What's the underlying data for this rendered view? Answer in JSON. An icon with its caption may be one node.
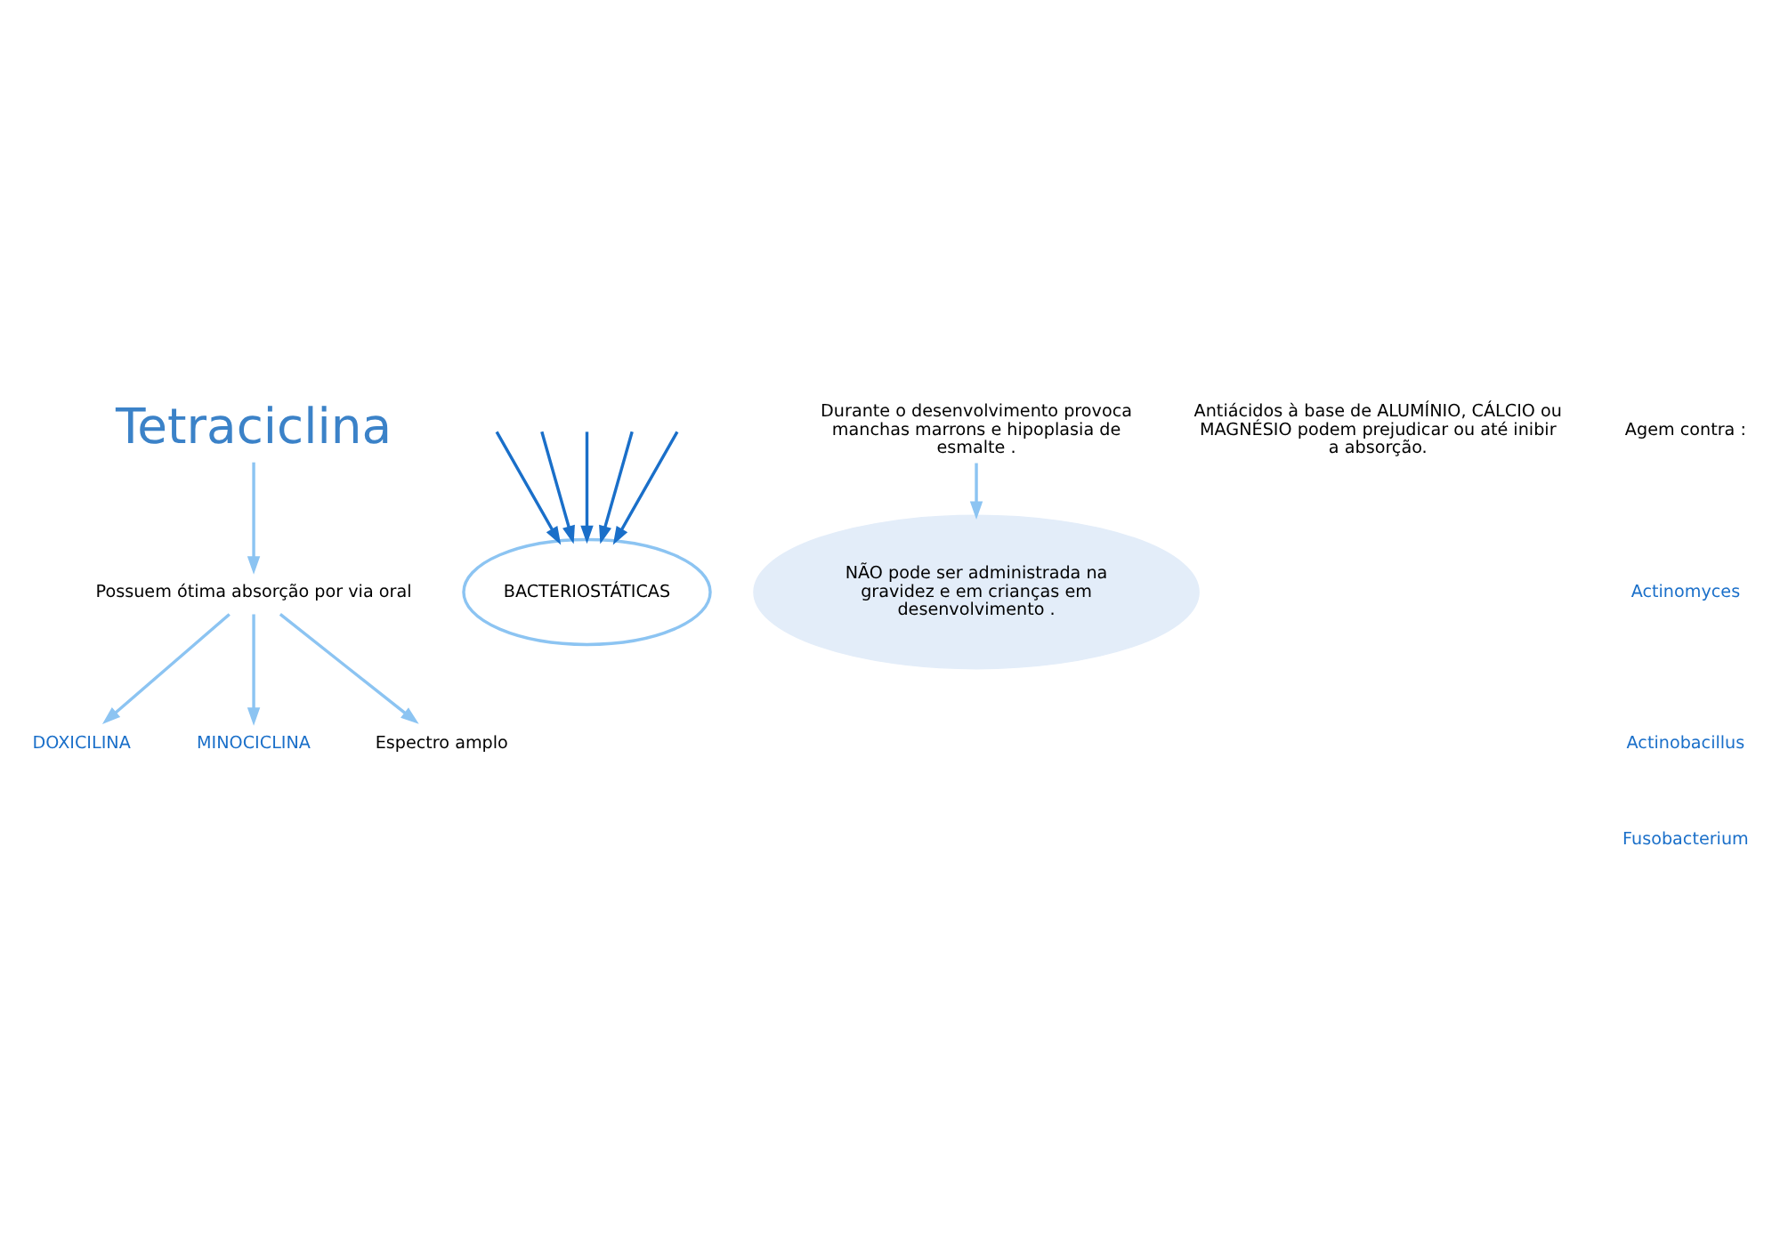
{
  "diagram": {
    "nodes": [
      {
        "text": [
          "Tetraciclina"
        ]
      },
      {
        "text": [
          "Possuem ótima absorção por via oral"
        ]
      },
      {
        "text": [
          "DOXICILINA"
        ]
      },
      {
        "text": [
          "MINOCICLINA"
        ]
      },
      {
        "text": [
          "Espectro amplo"
        ]
      },
      {
        "text": [
          "BACTERIOSTÁTICAS"
        ]
      },
      {
        "text": [
          "Durante o desenvolvimento provoca manchas marrons e hipoplasia de esmalte ."
        ]
      },
      {
        "text": [
          "NÃO pode ser administrada na gravidez e em crianças em desenvolvimento ."
        ]
      },
      {
        "text": [
          "Antiácidos à base de ALUMÍNIO, CÁLCIO ou MAGNÉSIO podem prejudicar ou até inibir a absorção."
        ]
      }
    ],
    "edges": [
      {
        "from": 0,
        "to": 1,
        "arrow": "to",
        "color": "#8cc4f2"
      },
      {
        "from": 1,
        "to": 2,
        "arrow": "to",
        "color": "#8cc4f2"
      },
      {
        "from": 1,
        "to": 3,
        "arrow": "to",
        "color": "#8cc4f2"
      },
      {
        "from": 1,
        "to": 4,
        "arrow": "to",
        "color": "#8cc4f2"
      },
      {
        "from": 6,
        "to": 7,
        "arrow": "to",
        "color": "#8cc4f2"
      },
      {
        "from": null,
        "to": 5,
        "arrow": "to",
        "color": "#1a6fc9"
      },
      {
        "from": null,
        "to": 5,
        "arrow": "to",
        "color": "#1a6fc9"
      },
      {
        "from": null,
        "to": 5,
        "arrow": "to",
        "color": "#1a6fc9"
      },
      {
        "from": null,
        "to": 5,
        "arrow": "to",
        "color": "#1a6fc9"
      },
      {
        "from": null,
        "to": 5,
        "arrow": "to",
        "color": "#1a6fc9"
      }
    ],
    "labels": [
      "Agem contra :",
      "Actinomyces",
      "Actinobacillus",
      "Fusobacterium"
    ]
  }
}
